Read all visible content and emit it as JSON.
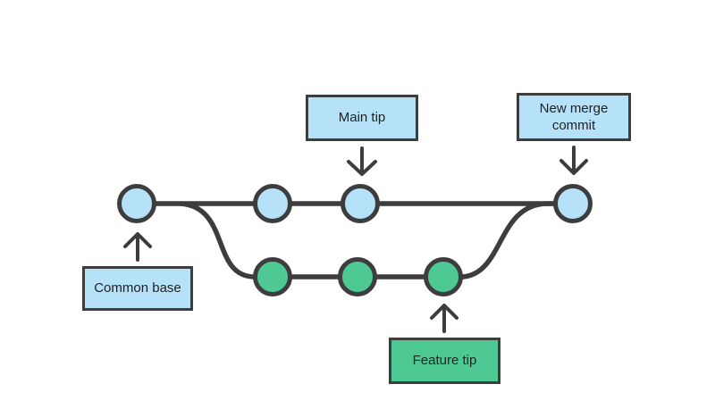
{
  "diagram": {
    "type": "git-merge-branch-diagram",
    "background": "#ffffff"
  },
  "colors": {
    "main_branch_fill": "#b5e1f9",
    "feature_branch_fill": "#4fc994",
    "outline": "#3d3d3d",
    "text": "#222222"
  },
  "branches": [
    {
      "name": "main",
      "commit_count": 4,
      "fill": "#b5e1f9"
    },
    {
      "name": "feature",
      "commit_count": 3,
      "fill": "#4fc994"
    }
  ],
  "callouts": [
    {
      "id": "main-tip",
      "label": "Main tip",
      "box_style": "blue",
      "arrow_direction": "down"
    },
    {
      "id": "new-merge-commit",
      "label": "New merge commit",
      "box_style": "blue",
      "arrow_direction": "down"
    },
    {
      "id": "common-base",
      "label": "Common base",
      "box_style": "blue",
      "arrow_direction": "up"
    },
    {
      "id": "feature-tip",
      "label": "Feature tip",
      "box_style": "green",
      "arrow_direction": "up"
    }
  ]
}
